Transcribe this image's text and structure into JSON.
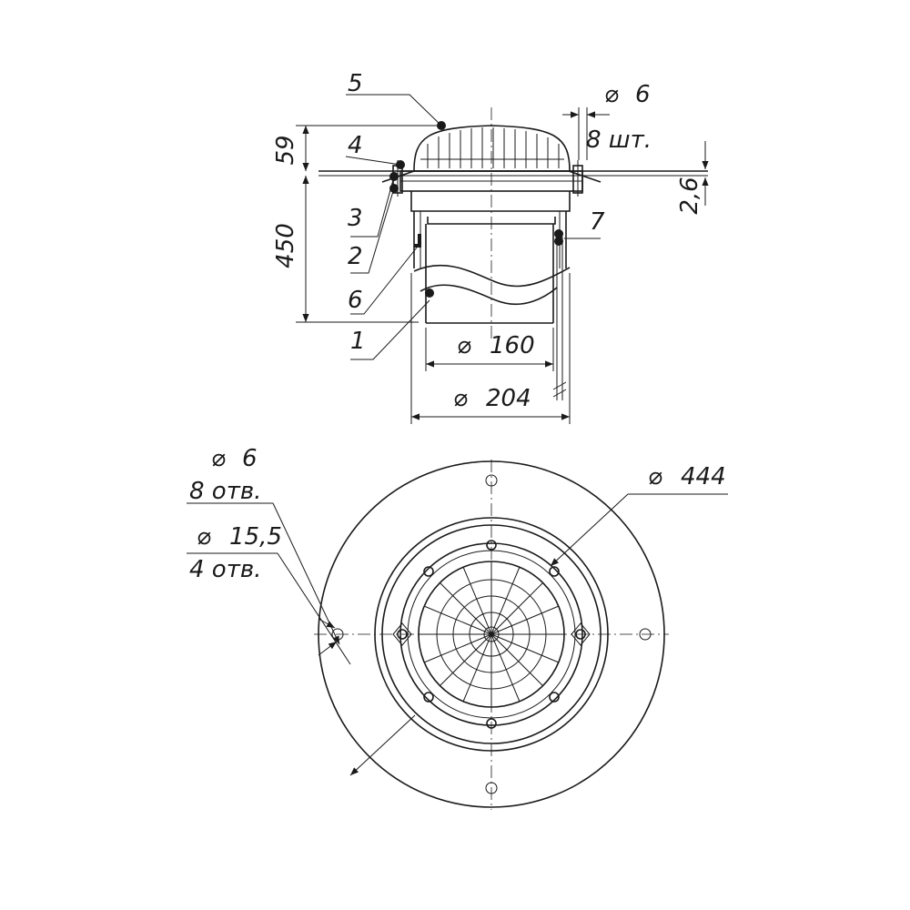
{
  "side_view": {
    "callouts": {
      "c1": "1",
      "c2": "2",
      "c3": "3",
      "c4": "4",
      "c5": "5",
      "c6": "6",
      "c7": "7"
    },
    "dims": {
      "height_top": "59",
      "height_body": "450",
      "bolt_dia": "6",
      "bolt_count": "8 шт.",
      "thickness": "2,6",
      "dia_inner": "160",
      "dia_outer": "204"
    }
  },
  "plan_view": {
    "hole_small_dia": "6",
    "hole_small_count": "8 отв.",
    "hole_large_dia": "15,5",
    "hole_large_count": "4 отв.",
    "flange_dia": "444"
  },
  "symbols": {
    "diameter": "⌀"
  }
}
